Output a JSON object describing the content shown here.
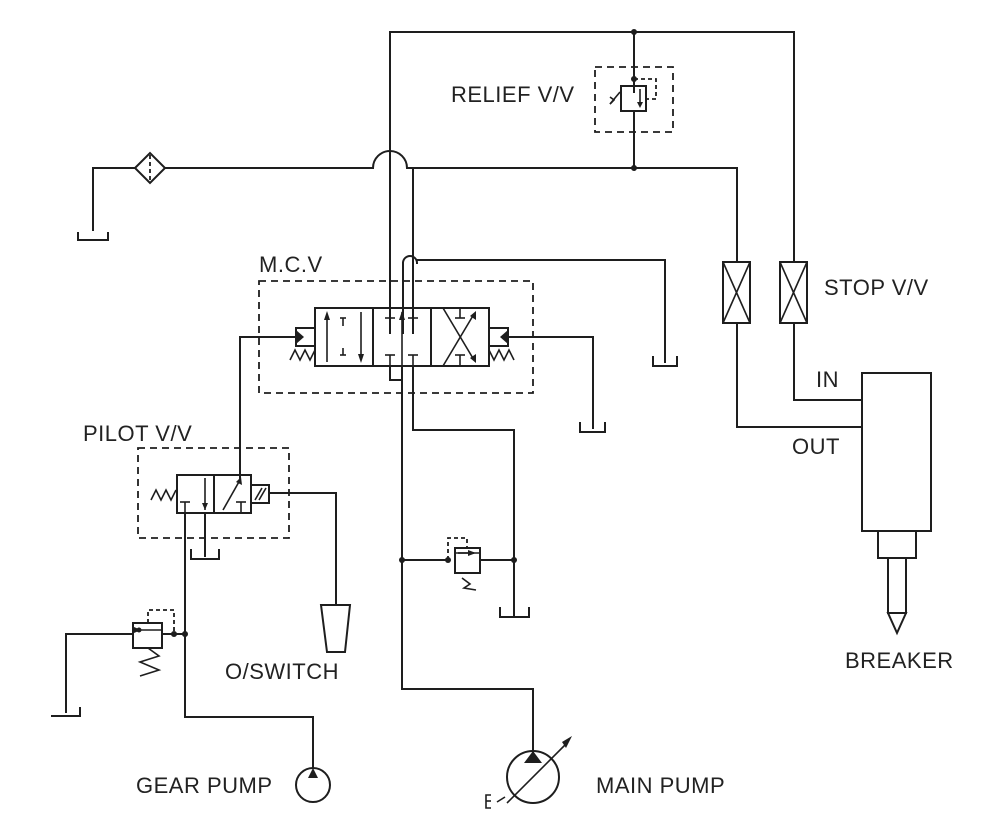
{
  "diagram": {
    "type": "hydraulic-schematic",
    "colors": {
      "line": "#1e1e1e",
      "text": "#222222",
      "background": "#ffffff"
    },
    "labels": {
      "relief_valve": "RELIEF V/V",
      "mcv": "M.C.V",
      "stop_valve": "STOP V/V",
      "pilot_valve": "PILOT V/V",
      "in_port": "IN",
      "out_port": "OUT",
      "on_off_switch": "O/SWITCH",
      "breaker": "BREAKER",
      "gear_pump": "GEAR PUMP",
      "main_pump": "MAIN PUMP"
    },
    "components": [
      {
        "id": "relief-valve",
        "label": "RELIEF V/V",
        "kind": "pressure relief valve (adjustable)"
      },
      {
        "id": "return-filter",
        "label": "",
        "kind": "filter"
      },
      {
        "id": "mcv",
        "label": "M.C.V",
        "kind": "3-position directional control valve, pilot operated, spring centered"
      },
      {
        "id": "stop-valve-out",
        "label": "STOP V/V",
        "kind": "shut-off valve"
      },
      {
        "id": "stop-valve-in",
        "label": "STOP V/V",
        "kind": "shut-off valve"
      },
      {
        "id": "breaker",
        "label": "BREAKER",
        "kind": "hydraulic breaker"
      },
      {
        "id": "pilot-valve",
        "label": "PILOT V/V",
        "kind": "2-position solenoid valve, spring return"
      },
      {
        "id": "on-off-switch",
        "label": "O/SWITCH",
        "kind": "foot switch"
      },
      {
        "id": "port-relief-valve",
        "label": "",
        "kind": "relief valve (adjustable)"
      },
      {
        "id": "pilot-relief-valve",
        "label": "",
        "kind": "relief valve (spring)"
      },
      {
        "id": "gear-pump",
        "label": "GEAR PUMP",
        "kind": "fixed displacement pump"
      },
      {
        "id": "main-pump",
        "label": "MAIN PUMP",
        "kind": "variable displacement pump"
      },
      {
        "id": "tanks",
        "label": "",
        "kind": "reservoir",
        "count": 6
      }
    ]
  }
}
